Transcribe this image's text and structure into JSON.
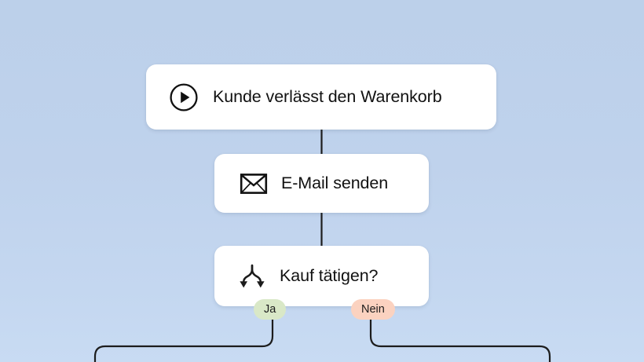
{
  "canvas": {
    "background_top": "#bcd0ea",
    "background_bottom": "#c8dbf3",
    "edge_color": "#1d1d1d"
  },
  "flow": {
    "nodes": [
      {
        "id": "trigger",
        "icon": "play-circle-icon",
        "label": "Kunde verlässt den Warenkorb",
        "type": "trigger"
      },
      {
        "id": "email",
        "icon": "envelope-icon",
        "label": "E-Mail senden",
        "type": "action"
      },
      {
        "id": "condition",
        "icon": "branch-split-icon",
        "label": "Kauf tätigen?",
        "type": "condition"
      }
    ],
    "branches": [
      {
        "id": "yes",
        "label": "Ja",
        "color": "#d9e8c7"
      },
      {
        "id": "no",
        "label": "Nein",
        "color": "#fbd2c0"
      }
    ]
  }
}
